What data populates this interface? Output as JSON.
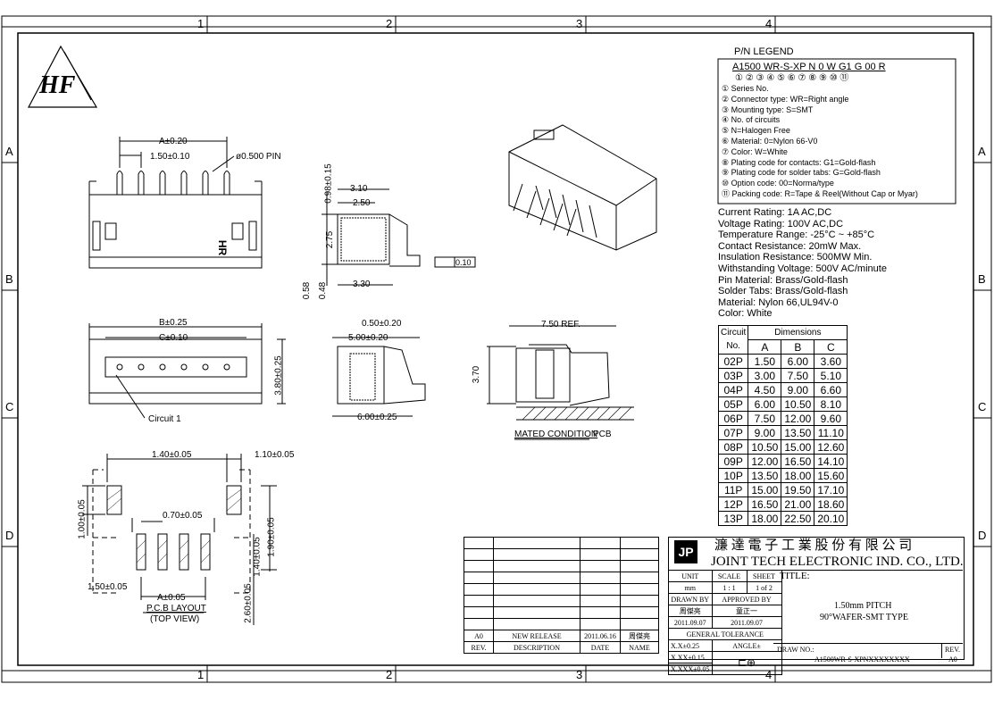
{
  "zones": {
    "columns": [
      "1",
      "2",
      "3",
      "4"
    ],
    "rows": [
      "A",
      "B",
      "C",
      "D"
    ]
  },
  "legend": {
    "title": "P/N LEGEND",
    "code_parts": [
      "A1500",
      "WR",
      "-",
      "S",
      "-",
      "XP",
      "N",
      "0",
      "W",
      "G1",
      "G",
      "00",
      "R"
    ],
    "code_text": "A1500 WR-S-XP N 0 W G1 G 00 R",
    "code_numbers": "①    ②  ③   ④   ⑤  ⑥  ⑦  ⑧   ⑨   ⑩  ⑪",
    "items": [
      "① Series No.",
      "② Connector type: WR=Right angle",
      "③ Mounting type: S=SMT",
      "④ No. of circuits",
      "⑤ N=Halogen Free",
      "⑥ Material: 0=Nylon 66-V0",
      "⑦ Color: W=White",
      "⑧ Plating code for contacts: G1=Gold-flash",
      "⑨ Plating code for solder tabs: G=Gold-flash",
      "⑩ Option code: 00=Norma/type",
      "⑪ Packing code: R=Tape & Reel(Without Cap or Myar)"
    ]
  },
  "specs": [
    "Current Rating:  1A AC,DC",
    "Voltage Rating:  100V AC,DC",
    "Temperature Range:  -25°C ~ +85°C",
    "Contact Resistance:  20mW Max.",
    "Insulation Resistance:  500MW Min.",
    "Withstanding Voltage:  500V AC/minute",
    "Pin Material:  Brass/Gold-flash",
    "Solder Tabs:  Brass/Gold-flash",
    "Material:  Nylon 66,UL94V-0",
    "Color:  White"
  ],
  "dim_table": {
    "circuit_header_1": "Circuit",
    "circuit_header_2": "No.",
    "dimensions_header": "Dimensions",
    "cols": [
      "A",
      "B",
      "C"
    ],
    "rows": [
      [
        "02P",
        "1.50",
        "6.00",
        "3.60"
      ],
      [
        "03P",
        "3.00",
        "7.50",
        "5.10"
      ],
      [
        "04P",
        "4.50",
        "9.00",
        "6.60"
      ],
      [
        "05P",
        "6.00",
        "10.50",
        "8.10"
      ],
      [
        "06P",
        "7.50",
        "12.00",
        "9.60"
      ],
      [
        "07P",
        "9.00",
        "13.50",
        "11.10"
      ],
      [
        "08P",
        "10.50",
        "15.00",
        "12.60"
      ],
      [
        "09P",
        "12.00",
        "16.50",
        "14.10"
      ],
      [
        "10P",
        "13.50",
        "18.00",
        "15.60"
      ],
      [
        "11P",
        "15.00",
        "19.50",
        "17.10"
      ],
      [
        "12P",
        "16.50",
        "21.00",
        "18.60"
      ],
      [
        "13P",
        "18.00",
        "22.50",
        "20.10"
      ]
    ]
  },
  "front_view": {
    "dim_a": "A±0.20",
    "pitch": "1.50±0.10",
    "pin": "ø0.500 PIN",
    "mark": "HR"
  },
  "side_view": {
    "d1": "3.10",
    "d2": "2.50",
    "d3": "0.98±0.15",
    "d4": "2.75",
    "d5": "0.58",
    "d6": "0.48",
    "d7": "3.30",
    "flatness": "0.10"
  },
  "top_view": {
    "b": "B±0.25",
    "c": "C±0.10",
    "h": "3.80±0.25",
    "circuit1": "Circuit 1"
  },
  "end_view": {
    "d1": "0.50±0.20",
    "d2": "5.00±0.20",
    "d3": "6.00±0.25"
  },
  "mated": {
    "ref": "7.50 REF.",
    "h": "3.70",
    "label1": "MATED CONDITION",
    "label2": "PCB"
  },
  "pcb": {
    "d1": "1.40±0.05",
    "d2": "1.10±0.05",
    "d3": "1.00±0.05",
    "d4": "0.70±0.05",
    "d5": "1.90±0.05",
    "d6": "1.40±0.05",
    "d7": "1.50±0.05",
    "d8": "A±0.05",
    "d9": "2.60±0.05",
    "label1": "P.C.B LAYOUT",
    "label2": "(TOP VIEW)"
  },
  "logo": {
    "text": "HF"
  },
  "title_block": {
    "company_cn": "濂 達 電 子 工 業 股 份 有 限 公 司",
    "company_en": "JOINT TECH ELECTRONIC IND. CO., LTD.",
    "unit_label": "UNIT",
    "scale_label": "SCALE",
    "sheet_label": "SHEET",
    "unit": "mm",
    "scale": "1 : 1",
    "sheet": "1 of 2",
    "title_label": "TITLE:",
    "title_line1": "1.50mm PITCH",
    "title_line2": "90°WAFER-SMT TYPE",
    "drawn_by_label": "DRAWN BY",
    "approved_label": "APPROVED BY",
    "drawn_by": "周傑亮",
    "approved": "童正一",
    "drawn_date": "2011.09.07",
    "approved_date": "2011.09.07",
    "tolerance_label": "GENERAL TOLERANCE",
    "tol1": "X.X±0.25",
    "tol2": "X.XX±0.15",
    "tol3": "X.XXX±0.05",
    "angle_label": "ANGLE±",
    "draw_no_label": "DRAW NO.:",
    "draw_no": "A1500WR-S-XPNXXXXXXXX",
    "rev_label": "REV.",
    "rev": "A0",
    "rev_row": [
      "A0",
      "NEW RELEASE",
      "2011.06.16",
      "周傑亮"
    ],
    "rev_headers": [
      "REV.",
      "DESCRIPTION",
      "DATE",
      "NAME"
    ]
  }
}
